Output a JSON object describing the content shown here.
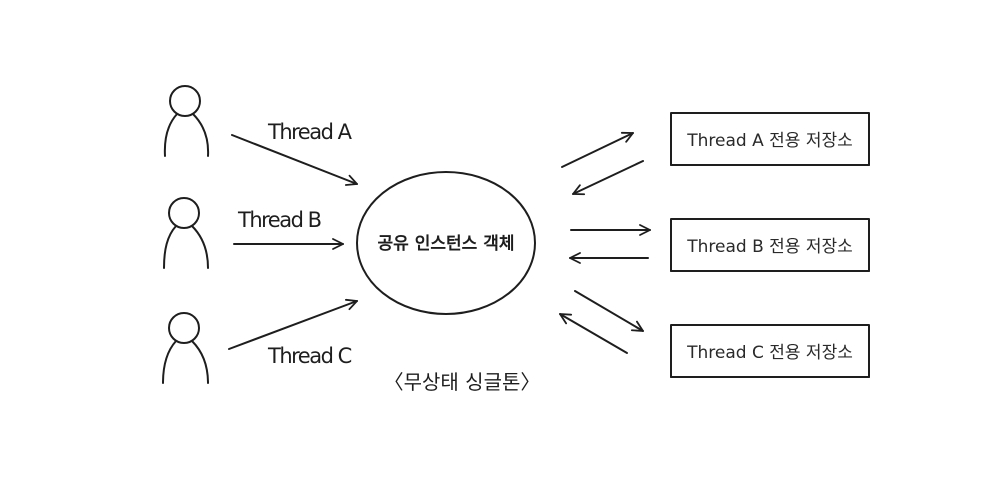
{
  "threads": [
    {
      "label": "Thread A"
    },
    {
      "label": "Thread B"
    },
    {
      "label": "Thread C"
    }
  ],
  "center": {
    "label": "공유 인스턴스 객체"
  },
  "storages": [
    {
      "label": "Thread A 전용 저장소"
    },
    {
      "label": "Thread B 전용 저장소"
    },
    {
      "label": "Thread C 전용 저장소"
    }
  ],
  "caption": "〈무상태 싱글톤〉",
  "colors": {
    "ink": "#1e1e1e",
    "background": "#ffffff"
  }
}
